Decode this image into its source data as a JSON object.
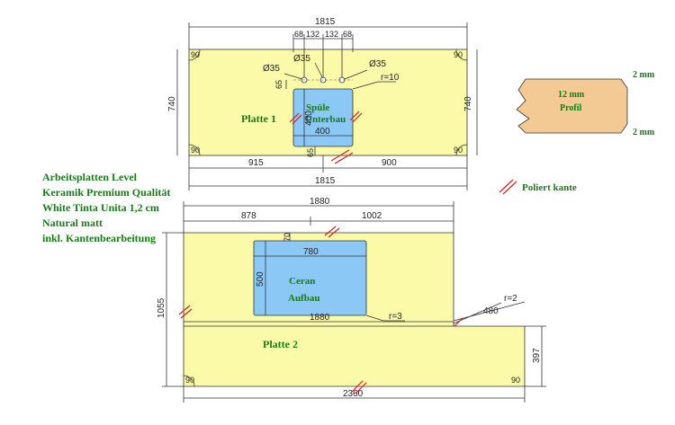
{
  "plate1": {
    "name": "Platte 1",
    "width": "1815",
    "height_left": "740",
    "height_right": "740",
    "corner": "90",
    "seg_68a": "68",
    "seg_132a": "132",
    "seg_132b": "132",
    "seg_68b": "68",
    "hole_left": "Ø35",
    "hole_mid": "Ø35",
    "hole_right": "Ø35",
    "offset_65_top": "65",
    "offset_65_bottom": "65",
    "radius": "r=10",
    "sink_depth": "400",
    "sink_width": "400",
    "sink_label_1": "Spüle",
    "sink_label_2": "Unterbau",
    "left_part": "915",
    "right_part": "900",
    "total_bottom": "1815"
  },
  "profile": {
    "label_1": "12 mm",
    "label_2": "Profil",
    "top_edge": "2 mm",
    "bottom_edge": "2 mm"
  },
  "legend": {
    "polished": "Poliert kante"
  },
  "specs": [
    "Arbeitsplatten Level",
    "Keramik Premium Qualität",
    "White Tinta Unita 1,2 cm",
    "Natural matt",
    "inkl. Kantenbearbeitung"
  ],
  "plate2": {
    "name": "Platte 2",
    "width_top": "1880",
    "left_part": "878",
    "right_part": "1002",
    "height_left": "1055",
    "offset_70": "70",
    "cooktop_width": "780",
    "cooktop_depth": "500",
    "cooktop_label_1": "Ceran",
    "cooktop_label_2": "Aufbau",
    "radius_inner": "r=3",
    "width_mid": "1880",
    "extension": "480",
    "radius_corner": "r=2",
    "height_right": "397",
    "width_bottom": "2360",
    "corner": "90"
  },
  "colors": {
    "slab": "#fafaa8",
    "cutout": "#8cc8f5",
    "profile": "#f3c994",
    "label": "#1a7a1a",
    "polish": "#d02020"
  }
}
